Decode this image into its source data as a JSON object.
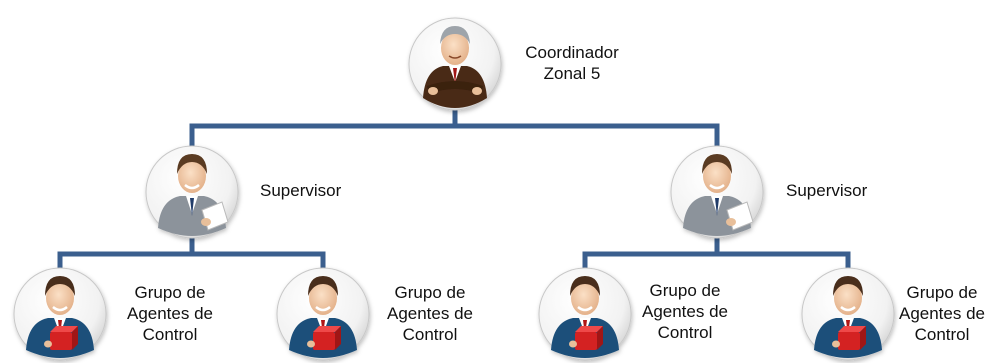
{
  "org_chart": {
    "root": {
      "title_line1": "Coordinador",
      "title_line2": "Zonal 5",
      "icon": "businessman-arms-crossed-icon"
    },
    "supervisors": [
      {
        "label": "Supervisor",
        "icon": "businessman-holding-papers-icon"
      },
      {
        "label": "Supervisor",
        "icon": "businessman-holding-papers-icon"
      }
    ],
    "agent_groups": [
      {
        "line1": "Grupo de",
        "line2": "Agentes de",
        "line3": "Control",
        "icon": "agent-holding-box-icon"
      },
      {
        "line1": "Grupo de",
        "line2": "Agentes de",
        "line3": "Control",
        "icon": "agent-holding-box-icon"
      },
      {
        "line1": "Grupo de",
        "line2": "Agentes de",
        "line3": "Control",
        "icon": "agent-holding-box-icon"
      },
      {
        "line1": "Grupo de",
        "line2": "Agentes de",
        "line3": "Control",
        "icon": "agent-holding-box-icon"
      }
    ],
    "colors": {
      "connector": "#3b5f8e",
      "root_suit": "#4a2a16",
      "supervisor_suit": "#8c939b",
      "agent_suit": "#1c4f7a",
      "box": "#d42020"
    }
  }
}
